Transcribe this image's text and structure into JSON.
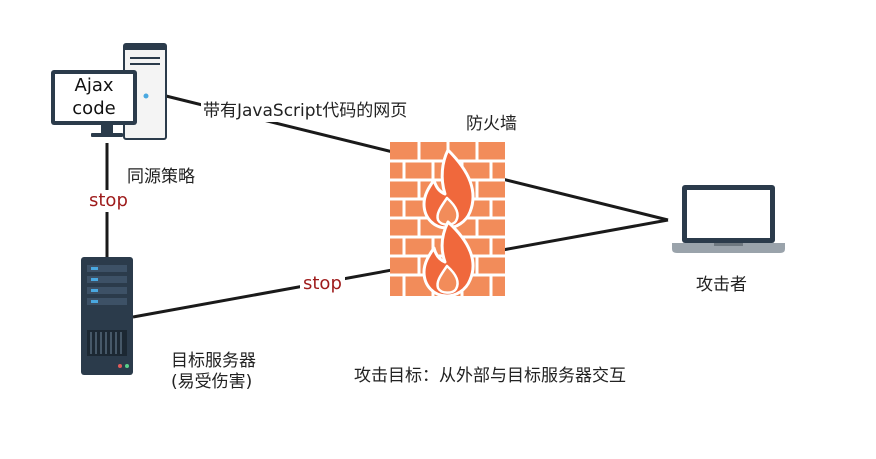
{
  "labels": {
    "client_code_line1": "Ajax",
    "client_code_line2": "code",
    "js_webpage": "带有JavaScript代码的网页",
    "firewall": "防火墙",
    "same_origin": "同源策略",
    "stop_vertical": "stop",
    "stop_diagonal": "stop",
    "attacker": "攻击者",
    "target_server_line1": "目标服务器",
    "target_server_line2": "(易受伤害)",
    "attack_goal": "攻击目标：从外部与目标服务器交互"
  },
  "colors": {
    "line": "#1a1a1a",
    "brick": "#f28c5a",
    "mortar": "#ffffff",
    "flame": "#f0683c",
    "server_dark": "#2b3b4b",
    "server_light": "#e8e8e8",
    "accent_blue": "#4aa8e0",
    "stop_text": "#9e1b1b"
  },
  "icons": {
    "client": "desktop-computer-icon",
    "firewall": "firewall-icon",
    "attacker": "laptop-icon",
    "server": "server-rack-icon"
  }
}
